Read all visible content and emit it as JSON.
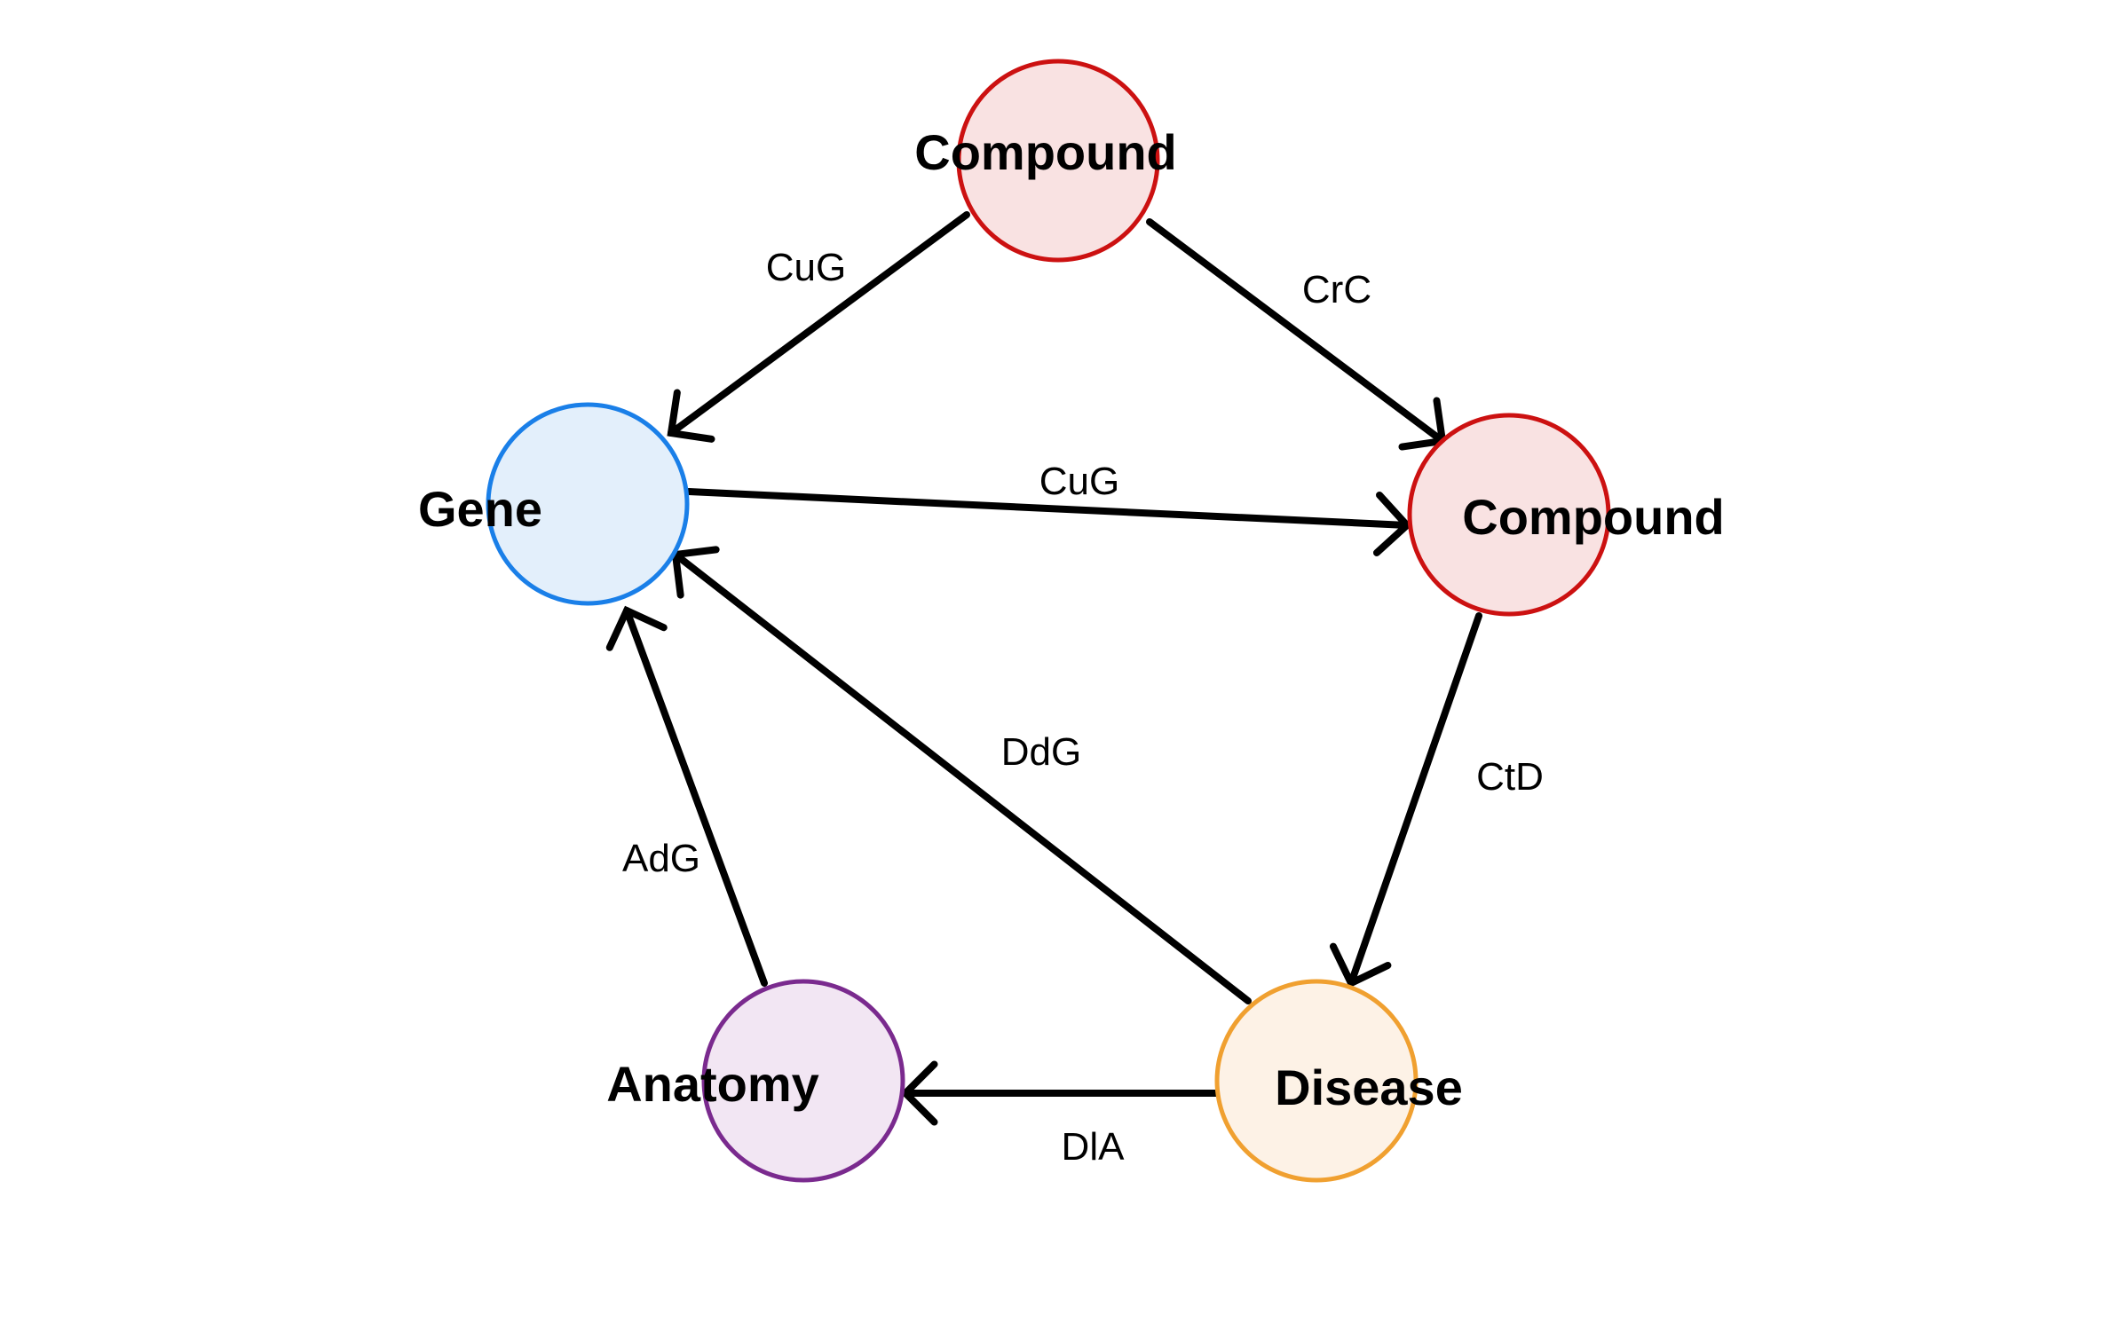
{
  "nodes": [
    {
      "id": "compound_top",
      "label": "Compound",
      "stroke": "#cc1111",
      "fill": "#f9e2e2"
    },
    {
      "id": "gene",
      "label": "Gene",
      "stroke": "#1a7fe8",
      "fill": "#e3effb"
    },
    {
      "id": "compound_right",
      "label": "Compound",
      "stroke": "#cc1111",
      "fill": "#f9e2e2"
    },
    {
      "id": "anatomy",
      "label": "Anatomy",
      "stroke": "#7a2a8e",
      "fill": "#f2e6f3"
    },
    {
      "id": "disease",
      "label": "Disease",
      "stroke": "#f0a030",
      "fill": "#fdf2e6"
    }
  ],
  "edges": [
    {
      "id": "compound-top-to-gene",
      "from": "compound_top",
      "to": "gene",
      "label": "CuG"
    },
    {
      "id": "compound-top-to-compound-right",
      "from": "compound_top",
      "to": "compound_right",
      "label": "CrC"
    },
    {
      "id": "gene-to-compound-right",
      "from": "gene",
      "to": "compound_right",
      "label": "CuG"
    },
    {
      "id": "compound-right-to-disease",
      "from": "compound_right",
      "to": "disease",
      "label": "CtD"
    },
    {
      "id": "disease-to-gene",
      "from": "disease",
      "to": "gene",
      "label": "DdG"
    },
    {
      "id": "anatomy-to-gene",
      "from": "anatomy",
      "to": "gene",
      "label": "AdG"
    },
    {
      "id": "disease-to-anatomy",
      "from": "disease",
      "to": "anatomy",
      "label": "DlA"
    }
  ]
}
